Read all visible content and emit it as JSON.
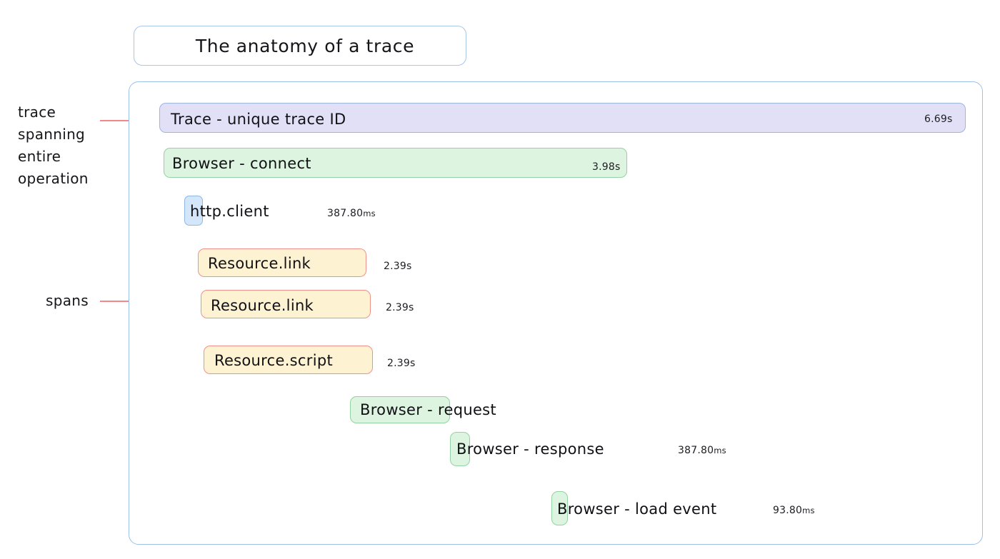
{
  "title": {
    "text": "The anatomy of a trace"
  },
  "annotations": {
    "trace": "trace\nspanning\nentire\noperation",
    "spans": "spans"
  },
  "colors": {
    "container_border": "#9dc2e8",
    "title_border": "#a8c6e8",
    "annotation_line": "#f08a8a",
    "trace_fill": "#e2e0f7",
    "trace_border": "#9db6e0",
    "browser_fill": "#ddf4e0",
    "browser_border": "#93d2a2",
    "http_fill": "#d4e6fa",
    "http_border": "#8cb8e5",
    "resource_fill": "#fdf2d2",
    "resource_border": "#f0918b"
  },
  "spans": [
    {
      "id": "trace-root",
      "label": "Trace - unique trace ID",
      "duration": "6.69s",
      "duration_unit": "",
      "kind": "trace"
    },
    {
      "id": "browser-connect",
      "label": "Browser - connect",
      "duration": "3.98s",
      "duration_unit": "",
      "kind": "browser"
    },
    {
      "id": "http-client",
      "label": "http.client",
      "duration": "387.80",
      "duration_unit": "ms",
      "kind": "http"
    },
    {
      "id": "resource-link-1",
      "label": "Resource.link",
      "duration": "2.39s",
      "duration_unit": "",
      "kind": "resource"
    },
    {
      "id": "resource-link-2",
      "label": "Resource.link",
      "duration": "2.39s",
      "duration_unit": "",
      "kind": "resource"
    },
    {
      "id": "resource-script",
      "label": "Resource.script",
      "duration": "2.39s",
      "duration_unit": "",
      "kind": "resource"
    },
    {
      "id": "browser-request",
      "label": "Browser - request",
      "duration": "",
      "duration_unit": "",
      "kind": "browser"
    },
    {
      "id": "browser-response",
      "label": "Browser - response",
      "duration": "387.80",
      "duration_unit": "ms",
      "kind": "browser"
    },
    {
      "id": "browser-load-event",
      "label": "Browser - load event",
      "duration": "93.80",
      "duration_unit": "ms",
      "kind": "browser"
    }
  ]
}
